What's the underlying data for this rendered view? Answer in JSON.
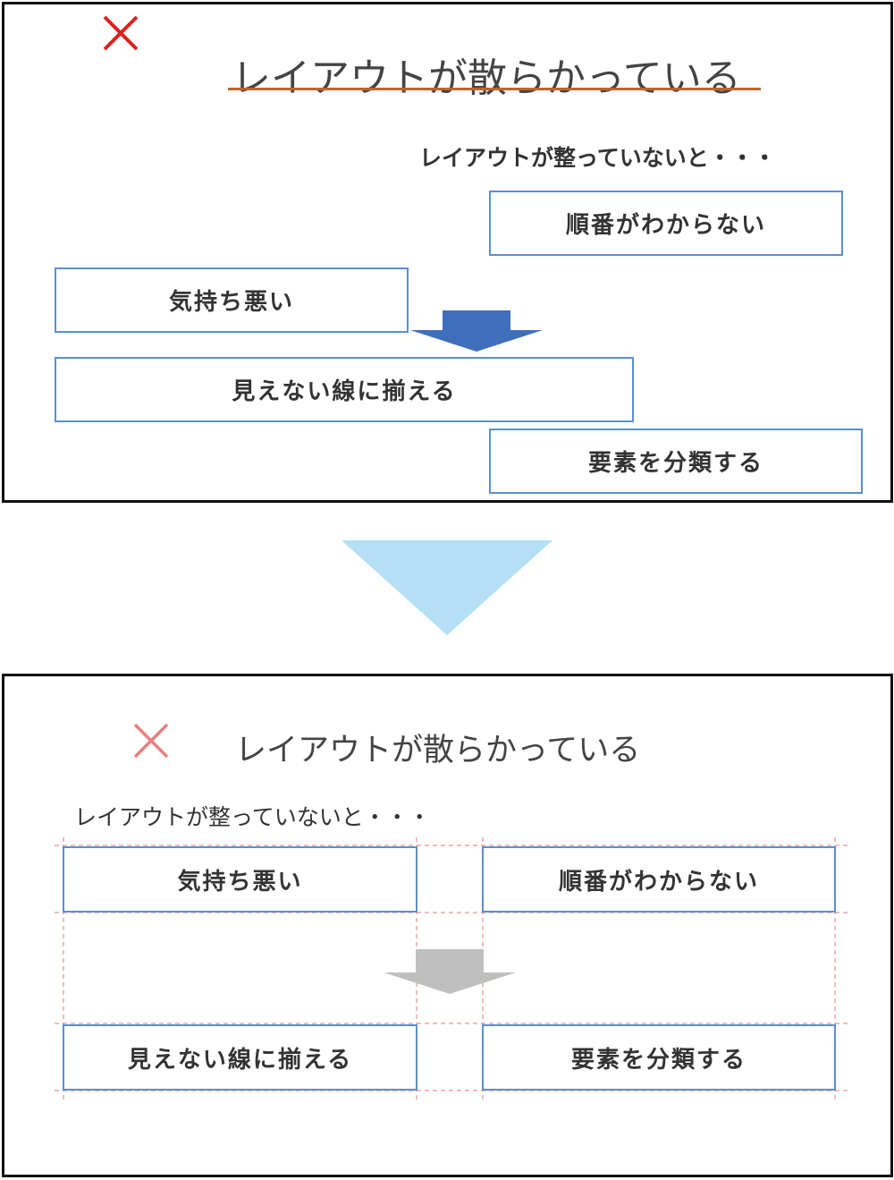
{
  "top_panel": {
    "mark": "✕",
    "title": "レイアウトが散らかっている",
    "subtitle": "レイアウトが整っていないと・・・",
    "boxes": {
      "order": "順番がわからない",
      "uncomfortable": "気持ち悪い",
      "align": "見えない線に揃える",
      "classify": "要素を分類する"
    }
  },
  "bottom_panel": {
    "mark": "✕",
    "title": "レイアウトが散らかっている",
    "subtitle": "レイアウトが整っていないと・・・",
    "boxes": {
      "uncomfortable": "気持ち悪い",
      "order": "順番がわからない",
      "align": "見えない線に揃える",
      "classify": "要素を分類する"
    }
  },
  "colors": {
    "box_border": "#5b8fd0",
    "top_arrow": "#3f6fba",
    "transition_arrow": "#b4dff5",
    "bottom_arrow": "#bfbfbf",
    "guide_lines": "#e07a7a",
    "title_underline": "#c0642a",
    "mark": "#e02020"
  }
}
